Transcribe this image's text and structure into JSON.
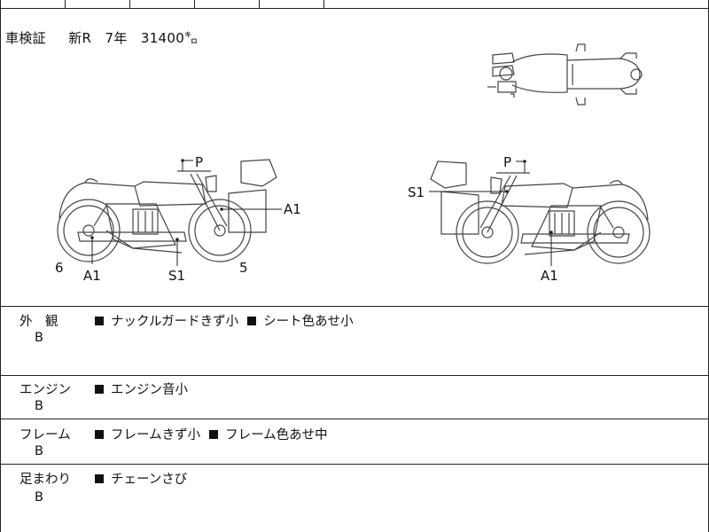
{
  "header": {
    "doc_type": "車検証",
    "status": "新R",
    "years": "7年",
    "mileage": "31400㌔"
  },
  "diagram": {
    "left_labels": [
      "P",
      "A1",
      "6",
      "A1",
      "S1",
      "5"
    ],
    "right_labels": [
      "P",
      "S1",
      "A1"
    ]
  },
  "sections": [
    {
      "category": "外　観",
      "grade": "B",
      "items": [
        "ナックルガードきず小",
        "シート色あせ小"
      ]
    },
    {
      "category": "エンジン",
      "grade": "B",
      "items": [
        "エンジン音小"
      ]
    },
    {
      "category": "フレーム",
      "grade": "B",
      "items": [
        "フレームきず小",
        "フレーム色あせ中"
      ]
    },
    {
      "category": "足まわり",
      "grade": "B",
      "items": [
        "チェーンさび"
      ]
    }
  ]
}
